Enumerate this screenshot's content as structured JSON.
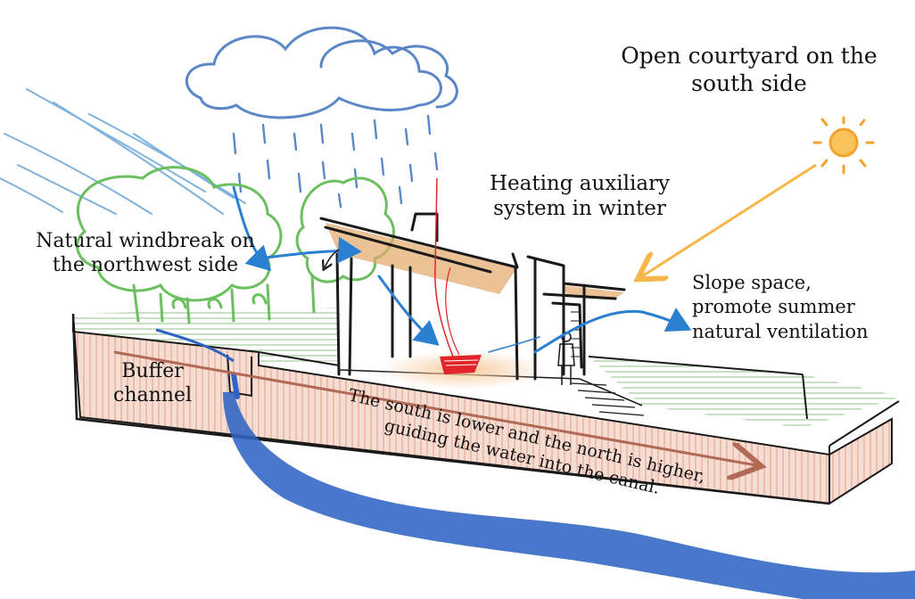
{
  "labels": {
    "courtyard": [
      "Open courtyard on the",
      "south side"
    ],
    "heating": [
      "Heating auxiliary",
      "system in winter"
    ],
    "windbreak": [
      "Natural windbreak on",
      "the northwest side"
    ],
    "slope": [
      "Slope space,",
      "promote summer",
      "natural ventilation"
    ],
    "buffer": [
      "Buffer",
      "channel"
    ],
    "south_grade": [
      "The south is lower and the north is higher,",
      "guiding the water into the canal."
    ]
  },
  "colors": {
    "cloud": "#5b87c9",
    "rain": "#5b87c9",
    "wind": "#7fb3dd",
    "trees": "#6cbf5f",
    "sun": "#f3a32b",
    "sun_ray": "#f5b64a",
    "water": "#2f64c4",
    "heater": "#e0262b",
    "earth_fill": "#f6ddd2",
    "earth_hatch": "#e9a89a",
    "grass": "#8fbf84",
    "roof": "#e3a86a",
    "floor_glow": "#f6c99a",
    "airflow": "#2b7fd0",
    "ink": "#1a1a1a",
    "grade_arrow": "#b06a55"
  },
  "icons": [
    "cloud-icon",
    "rain-icon",
    "sun-icon",
    "wind-lines-icon",
    "tree-icon",
    "heater-icon",
    "person-icon",
    "canal-icon"
  ]
}
